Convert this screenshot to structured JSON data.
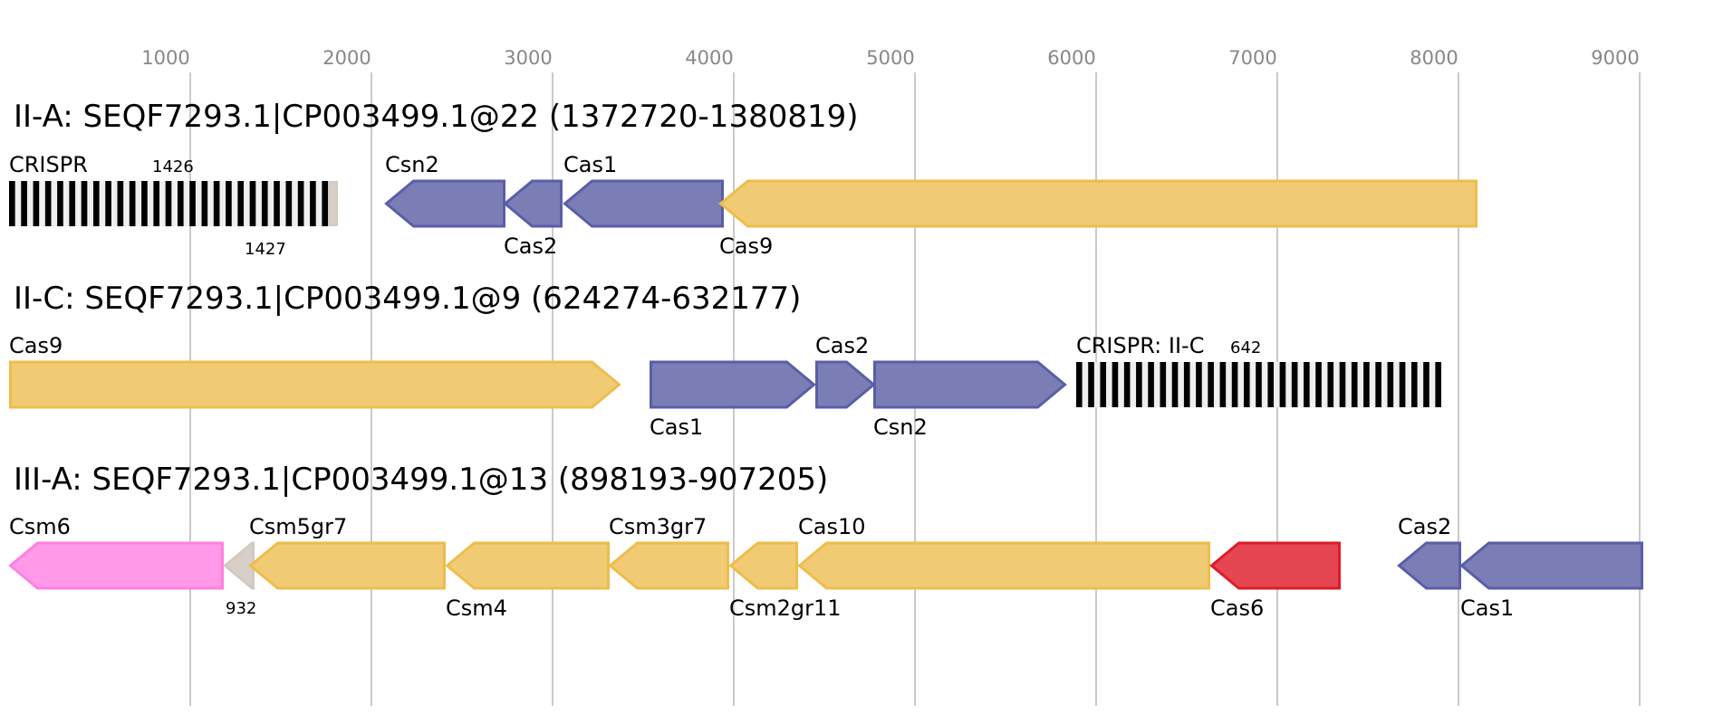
{
  "chart_data": {
    "type": "gene-map",
    "title": "",
    "axis": {
      "ticks": [
        1000,
        2000,
        3000,
        4000,
        5000,
        6000,
        7000,
        8000,
        9000
      ],
      "tick_labels": [
        "1000",
        "2000",
        "3000",
        "4000",
        "5000",
        "6000",
        "7000",
        "8000",
        "9000"
      ],
      "range": [
        0,
        9300
      ],
      "grid": true
    },
    "palette": {
      "cas_core": {
        "fill": "#7b7db5",
        "stroke": "#5a5ea8"
      },
      "effector": {
        "fill": "#f1cb74",
        "stroke": "#edbd4c"
      },
      "csm6": {
        "fill": "#ff99e8",
        "stroke": "#ff80e0"
      },
      "cas6": {
        "fill": "#e64552",
        "stroke": "#dd1c2a"
      },
      "unknown": {
        "fill": "#d8d0c8",
        "stroke": "#d3c9bf"
      },
      "crispr_bar": "#000000",
      "crispr_gap": "#efefef"
    },
    "loci": [
      {
        "title": "II-A: SEQF7293.1|CP003499.1@22 (1372720-1380819)",
        "features": [
          {
            "kind": "crispr",
            "name": "CRISPR",
            "start": 0,
            "end": 1760,
            "repeats": 27,
            "label_pos": "above",
            "extra_top": "1426",
            "extra_bottom": "1427",
            "tail_end": 1815
          },
          {
            "kind": "gene",
            "name": "Csn2",
            "start": 2075,
            "end": 2740,
            "strand": "-",
            "color": "cas_core",
            "label_pos": "above"
          },
          {
            "kind": "gene",
            "name": "Cas2",
            "start": 2730,
            "end": 3055,
            "strand": "-",
            "color": "cas_core",
            "label_pos": "below"
          },
          {
            "kind": "gene",
            "name": "Cas1",
            "start": 3060,
            "end": 3945,
            "strand": "-",
            "color": "cas_core",
            "label_pos": "above"
          },
          {
            "kind": "gene",
            "name": "Cas9",
            "start": 3920,
            "end": 8105,
            "strand": "-",
            "color": "effector",
            "label_pos": "below"
          }
        ]
      },
      {
        "title": "II-C: SEQF7293.1|CP003499.1@9 (624274-632177)",
        "features": [
          {
            "kind": "gene",
            "name": "Cas9",
            "start": 0,
            "end": 3375,
            "strand": "+",
            "color": "effector",
            "label_pos": "above"
          },
          {
            "kind": "gene",
            "name": "Cas1",
            "start": 3535,
            "end": 4450,
            "strand": "+",
            "color": "cas_core",
            "label_pos": "below"
          },
          {
            "kind": "gene",
            "name": "Cas2",
            "start": 4450,
            "end": 4780,
            "strand": "+",
            "color": "cas_core",
            "label_pos": "above"
          },
          {
            "kind": "gene",
            "name": "Csn2",
            "start": 4770,
            "end": 5835,
            "strand": "+",
            "color": "cas_core",
            "label_pos": "below"
          },
          {
            "kind": "crispr",
            "name": "CRISPR: II-C",
            "start": 5890,
            "end": 7905,
            "repeats": 31,
            "label_pos": "above",
            "extra_top": "642"
          }
        ]
      },
      {
        "title": "III-A: SEQF7293.1|CP003499.1@13 (898193-907205)",
        "features": [
          {
            "kind": "gene",
            "name": "Csm6",
            "start": 0,
            "end": 1185,
            "strand": "-",
            "color": "csm6",
            "label_pos": "above"
          },
          {
            "kind": "gene",
            "name": "932",
            "start": 1185,
            "end": 1355,
            "strand": "-",
            "color": "unknown",
            "label_pos": "below",
            "small": true
          },
          {
            "kind": "gene",
            "name": "Csm5gr7",
            "start": 1325,
            "end": 2410,
            "strand": "-",
            "color": "effector",
            "label_pos": "above"
          },
          {
            "kind": "gene",
            "name": "Csm4",
            "start": 2410,
            "end": 3315,
            "strand": "-",
            "color": "effector",
            "label_pos": "below"
          },
          {
            "kind": "gene",
            "name": "Csm3gr7",
            "start": 3310,
            "end": 3975,
            "strand": "-",
            "color": "effector",
            "label_pos": "above"
          },
          {
            "kind": "gene",
            "name": "Csm2gr11",
            "start": 3975,
            "end": 4355,
            "strand": "-",
            "color": "effector",
            "label_pos": "below"
          },
          {
            "kind": "gene",
            "name": "Cas10",
            "start": 4355,
            "end": 6630,
            "strand": "-",
            "color": "effector",
            "label_pos": "above"
          },
          {
            "kind": "gene",
            "name": "Cas6",
            "start": 6630,
            "end": 7350,
            "strand": "-",
            "color": "cas6",
            "label_pos": "below"
          },
          {
            "kind": "gene",
            "name": "Cas2",
            "start": 7665,
            "end": 8015,
            "strand": "-",
            "color": "cas_core",
            "label_pos": "above"
          },
          {
            "kind": "gene",
            "name": "Cas1",
            "start": 8010,
            "end": 9020,
            "strand": "-",
            "color": "cas_core",
            "label_pos": "below"
          }
        ]
      }
    ]
  }
}
